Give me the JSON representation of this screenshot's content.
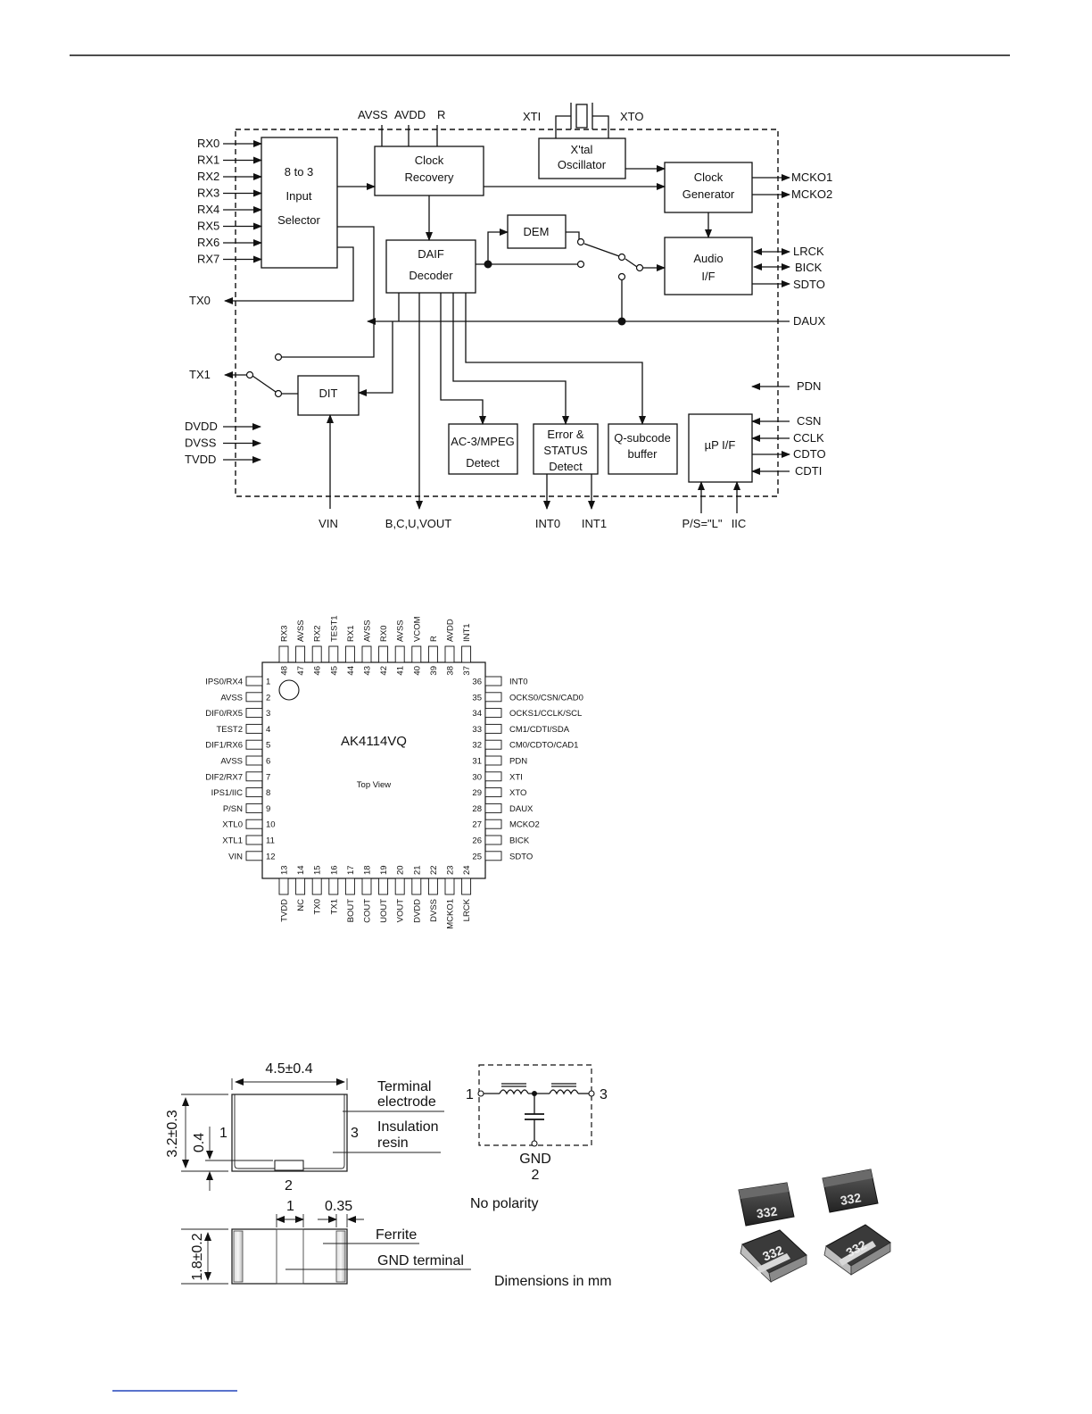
{
  "block": {
    "blocks": {
      "sel": "8 to 3|Input|Selector",
      "clkrec": "Clock|Recovery",
      "xtal": "X'tal|Oscillator",
      "clkgen": "Clock|Generator",
      "daif": "DAIF|Decoder",
      "dem": "DEM",
      "audio": "Audio|I/F",
      "dit": "DIT",
      "ac3": "AC-3/MPEG|Detect",
      "err": "Error &|STATUS|Detect",
      "qsub": "Q-subcode|buffer",
      "up": "µP I/F"
    },
    "inputs": [
      "RX0",
      "RX1",
      "RX2",
      "RX3",
      "RX4",
      "RX5",
      "RX6",
      "RX7"
    ],
    "supply": [
      "DVDD",
      "DVSS",
      "TVDD"
    ],
    "top": [
      "AVSS",
      "AVDD",
      "R",
      "XTI",
      "XTO"
    ],
    "right": [
      "MCKO1",
      "MCKO2",
      "LRCK",
      "BICK",
      "SDTO",
      "DAUX",
      "PDN",
      "CSN",
      "CCLK",
      "CDTO",
      "CDTI"
    ],
    "tx": [
      "TX0",
      "TX1"
    ],
    "bottom": [
      "VIN",
      "B,C,U,VOUT",
      "INT0",
      "INT1",
      "P/S=\"L\"",
      "IIC"
    ]
  },
  "chip": {
    "name": "AK4114VQ",
    "view": "Top View",
    "left_pins": [
      {
        "n": "1",
        "l": "IPS0/RX4"
      },
      {
        "n": "2",
        "l": "AVSS"
      },
      {
        "n": "3",
        "l": "DIF0/RX5"
      },
      {
        "n": "4",
        "l": "TEST2"
      },
      {
        "n": "5",
        "l": "DIF1/RX6"
      },
      {
        "n": "6",
        "l": "AVSS"
      },
      {
        "n": "7",
        "l": "DIF2/RX7"
      },
      {
        "n": "8",
        "l": "IPS1/IIC"
      },
      {
        "n": "9",
        "l": "P/SN"
      },
      {
        "n": "10",
        "l": "XTL0"
      },
      {
        "n": "11",
        "l": "XTL1"
      },
      {
        "n": "12",
        "l": "VIN"
      }
    ],
    "right_pins": [
      {
        "n": "36",
        "l": "INT0"
      },
      {
        "n": "35",
        "l": "OCKS0/CSN/CAD0"
      },
      {
        "n": "34",
        "l": "OCKS1/CCLK/SCL"
      },
      {
        "n": "33",
        "l": "CM1/CDTI/SDA"
      },
      {
        "n": "32",
        "l": "CM0/CDTO/CAD1"
      },
      {
        "n": "31",
        "l": "PDN"
      },
      {
        "n": "30",
        "l": "XTI"
      },
      {
        "n": "29",
        "l": "XTO"
      },
      {
        "n": "28",
        "l": "DAUX"
      },
      {
        "n": "27",
        "l": "MCKO2"
      },
      {
        "n": "26",
        "l": "BICK"
      },
      {
        "n": "25",
        "l": "SDTO"
      }
    ],
    "top_pins": [
      {
        "n": "48",
        "l": "RX3"
      },
      {
        "n": "47",
        "l": "AVSS"
      },
      {
        "n": "46",
        "l": "RX2"
      },
      {
        "n": "45",
        "l": "TEST1"
      },
      {
        "n": "44",
        "l": "RX1"
      },
      {
        "n": "43",
        "l": "AVSS"
      },
      {
        "n": "42",
        "l": "RX0"
      },
      {
        "n": "41",
        "l": "AVSS"
      },
      {
        "n": "40",
        "l": "VCOM"
      },
      {
        "n": "39",
        "l": "R"
      },
      {
        "n": "38",
        "l": "AVDD"
      },
      {
        "n": "37",
        "l": "INT1"
      }
    ],
    "bottom_pins": [
      {
        "n": "13",
        "l": "TVDD"
      },
      {
        "n": "14",
        "l": "NC"
      },
      {
        "n": "15",
        "l": "TX0"
      },
      {
        "n": "16",
        "l": "TX1"
      },
      {
        "n": "17",
        "l": "BOUT"
      },
      {
        "n": "18",
        "l": "COUT"
      },
      {
        "n": "19",
        "l": "UOUT"
      },
      {
        "n": "20",
        "l": "VOUT"
      },
      {
        "n": "21",
        "l": "DVDD"
      },
      {
        "n": "22",
        "l": "DVSS"
      },
      {
        "n": "23",
        "l": "MCKO1"
      },
      {
        "n": "24",
        "l": "LRCK"
      }
    ]
  },
  "filter": {
    "width": "4.5±0.4",
    "height": "3.2±0.3",
    "gap": "0.4",
    "thick": "1.8±0.2",
    "d1": "1",
    "d2": "0.35",
    "term": "Terminal|electrode",
    "resin": "Insulation|resin",
    "ferrite": "Ferrite",
    "gnd_term": "GND terminal",
    "p1": "1",
    "p2": "2",
    "p3": "3",
    "gnd": "GND",
    "nopol": "No polarity",
    "dims": "Dimensions in mm",
    "marking": "332"
  }
}
